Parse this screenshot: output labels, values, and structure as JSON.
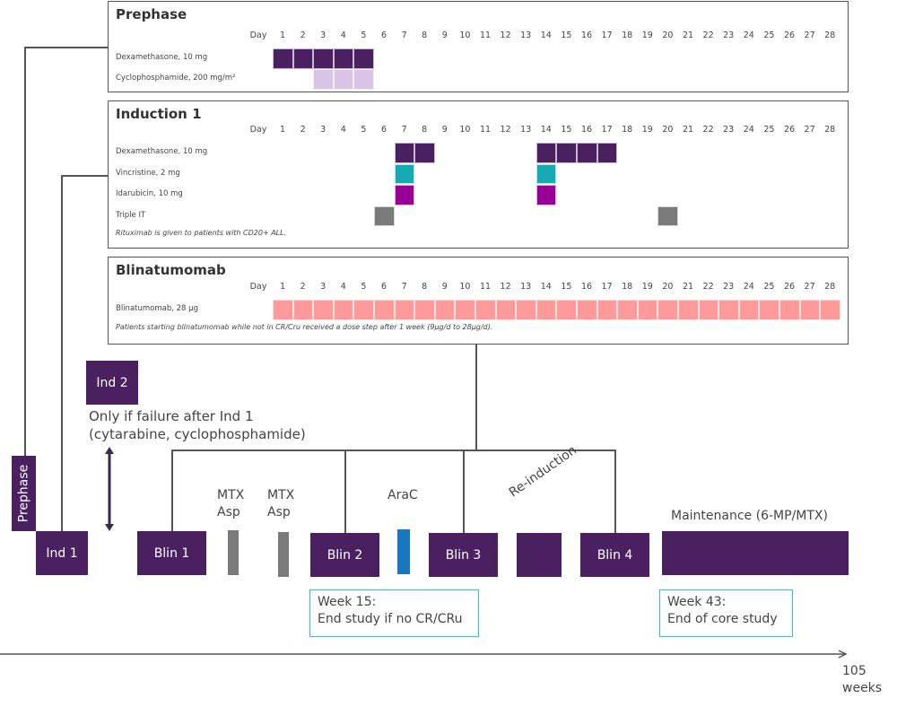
{
  "days": [
    "1",
    "2",
    "3",
    "4",
    "5",
    "6",
    "7",
    "8",
    "9",
    "10",
    "11",
    "12",
    "13",
    "14",
    "15",
    "16",
    "17",
    "18",
    "19",
    "20",
    "21",
    "22",
    "23",
    "24",
    "25",
    "26",
    "27",
    "28"
  ],
  "day_label": "Day",
  "colors": {
    "dexamethasone": "#4b2060",
    "cyclophosphamide": "#d9c4e8",
    "vincristine": "#16aab5",
    "idarubicin": "#970097",
    "triple_it": "#7a7a7a",
    "blinatumomab": "#ff9a9a",
    "phase_box": "#4b2060",
    "arac": "#1976c2",
    "callout_border": "#35c0c8"
  },
  "panels": {
    "prephase": {
      "title": "Prephase",
      "drugs": [
        {
          "label": "Dexamethasone, 10 mg",
          "color_key": "dexamethasone",
          "days": [
            1,
            2,
            3,
            4,
            5
          ]
        },
        {
          "label": "Cyclophosphamide, 200 mg/m²",
          "color_key": "cyclophosphamide",
          "days": [
            3,
            4,
            5
          ]
        }
      ]
    },
    "induction1": {
      "title": "Induction 1",
      "drugs": [
        {
          "label": "Dexamethasone, 10 mg",
          "color_key": "dexamethasone",
          "days": [
            7,
            8,
            14,
            15,
            16,
            17
          ]
        },
        {
          "label": "Vincristine, 2 mg",
          "color_key": "vincristine",
          "days": [
            7,
            14
          ]
        },
        {
          "label": "Idarubicin, 10 mg",
          "color_key": "idarubicin",
          "days": [
            7,
            14
          ]
        },
        {
          "label": "Triple IT",
          "color_key": "triple_it",
          "days": [
            6,
            20
          ]
        }
      ],
      "note": "Rituximab is given to patients with CD20+ ALL."
    },
    "blinatumomab": {
      "title": "Blinatumomab",
      "drugs": [
        {
          "label": "Blinatumomab, 28 µg",
          "color_key": "blinatumomab",
          "days": [
            1,
            2,
            3,
            4,
            5,
            6,
            7,
            8,
            9,
            10,
            11,
            12,
            13,
            14,
            15,
            16,
            17,
            18,
            19,
            20,
            21,
            22,
            23,
            24,
            25,
            26,
            27,
            28
          ]
        }
      ],
      "note": "Patients starting blinatumomab while not in CR/Cru received a dose step after 1 week (9µg/d to 28µg/d)."
    }
  },
  "timeline": {
    "prephase": "Prephase",
    "ind1": "Ind 1",
    "ind2": "Ind 2",
    "ind2_note_line1": "Only if failure after Ind 1",
    "ind2_note_line2": "(cytarabine, cyclophosphamide)",
    "blin1": "Blin 1",
    "mtx_asp_1": [
      "MTX",
      "Asp"
    ],
    "mtx_asp_2": [
      "MTX",
      "Asp"
    ],
    "blin2": "Blin 2",
    "arac": "AraC",
    "blin3": "Blin 3",
    "reinduction": "Re-induction",
    "blin4": "Blin 4",
    "maintenance": "Maintenance (6-MP/MTX)",
    "callout_week15_line1": "Week 15:",
    "callout_week15_line2": "End study if no CR/CRu",
    "callout_week43_line1": "Week 43:",
    "callout_week43_line2": "End of core study",
    "axis_end_line1": "105",
    "axis_end_line2": "weeks"
  }
}
